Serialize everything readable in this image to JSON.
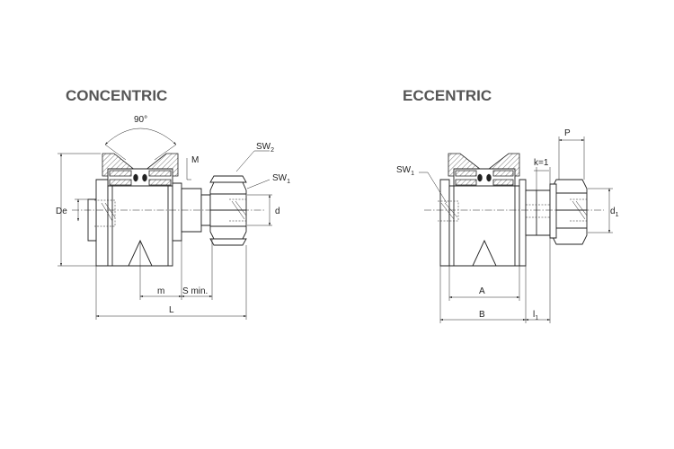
{
  "titles": {
    "concentric": "CONCENTRIC",
    "eccentric": "ECCENTRIC"
  },
  "concentric_labels": {
    "angle": "90",
    "angle_unit": "°",
    "sw2_base": "SW",
    "sw2_sub": "2",
    "sw1_base": "SW",
    "sw1_sub": "1",
    "m_upper": "M",
    "de": "De",
    "d": "d",
    "m_lower": "m",
    "s_min": "S min.",
    "l": "L"
  },
  "eccentric_labels": {
    "sw1_base": "SW",
    "sw1_sub": "1",
    "k": "k=1",
    "p": "P",
    "d1_base": "d",
    "d1_sub": "1",
    "a": "A",
    "b": "B",
    "l1_base": "l",
    "l1_sub": "1"
  }
}
